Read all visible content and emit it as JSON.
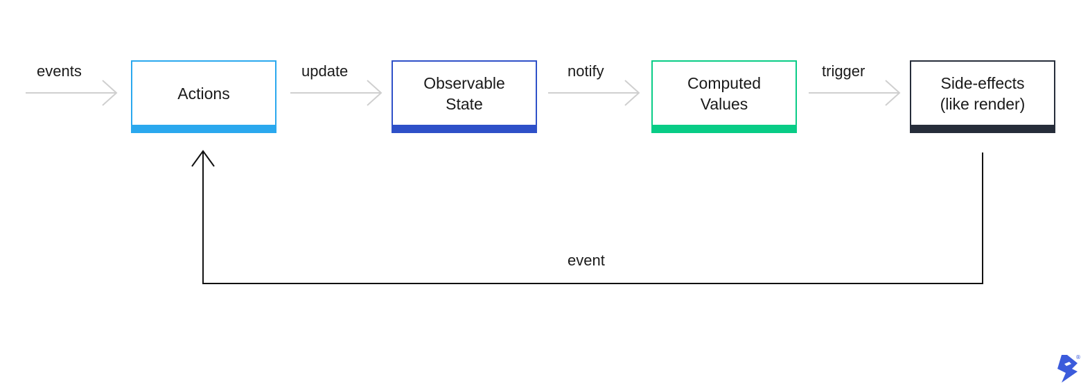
{
  "diagram": {
    "nodes": [
      {
        "id": "actions",
        "label": "Actions",
        "color": "#2AA8EE"
      },
      {
        "id": "observable-state",
        "label": "Observable State",
        "color": "#2E50C8"
      },
      {
        "id": "computed-values",
        "label": "Computed Values",
        "color": "#08CC86"
      },
      {
        "id": "side-effects",
        "label": "Side-effects (like render)",
        "color": "#262D3A"
      }
    ],
    "edges": [
      {
        "from": "",
        "to": "actions",
        "label": "events"
      },
      {
        "from": "actions",
        "to": "observable-state",
        "label": "update"
      },
      {
        "from": "observable-state",
        "to": "computed-values",
        "label": "notify"
      },
      {
        "from": "computed-values",
        "to": "side-effects",
        "label": "trigger"
      },
      {
        "from": "side-effects",
        "to": "actions",
        "label": "event"
      }
    ],
    "colors": {
      "flow_arrow": "#CFCFCF",
      "feedback_line": "#111111",
      "logo": "#3B5BDB"
    },
    "icons": {
      "logo": "toptal-logo-icon",
      "flow_arrow": "chevron-right-arrow-icon",
      "feedback_arrow": "arrow-up-icon"
    }
  }
}
